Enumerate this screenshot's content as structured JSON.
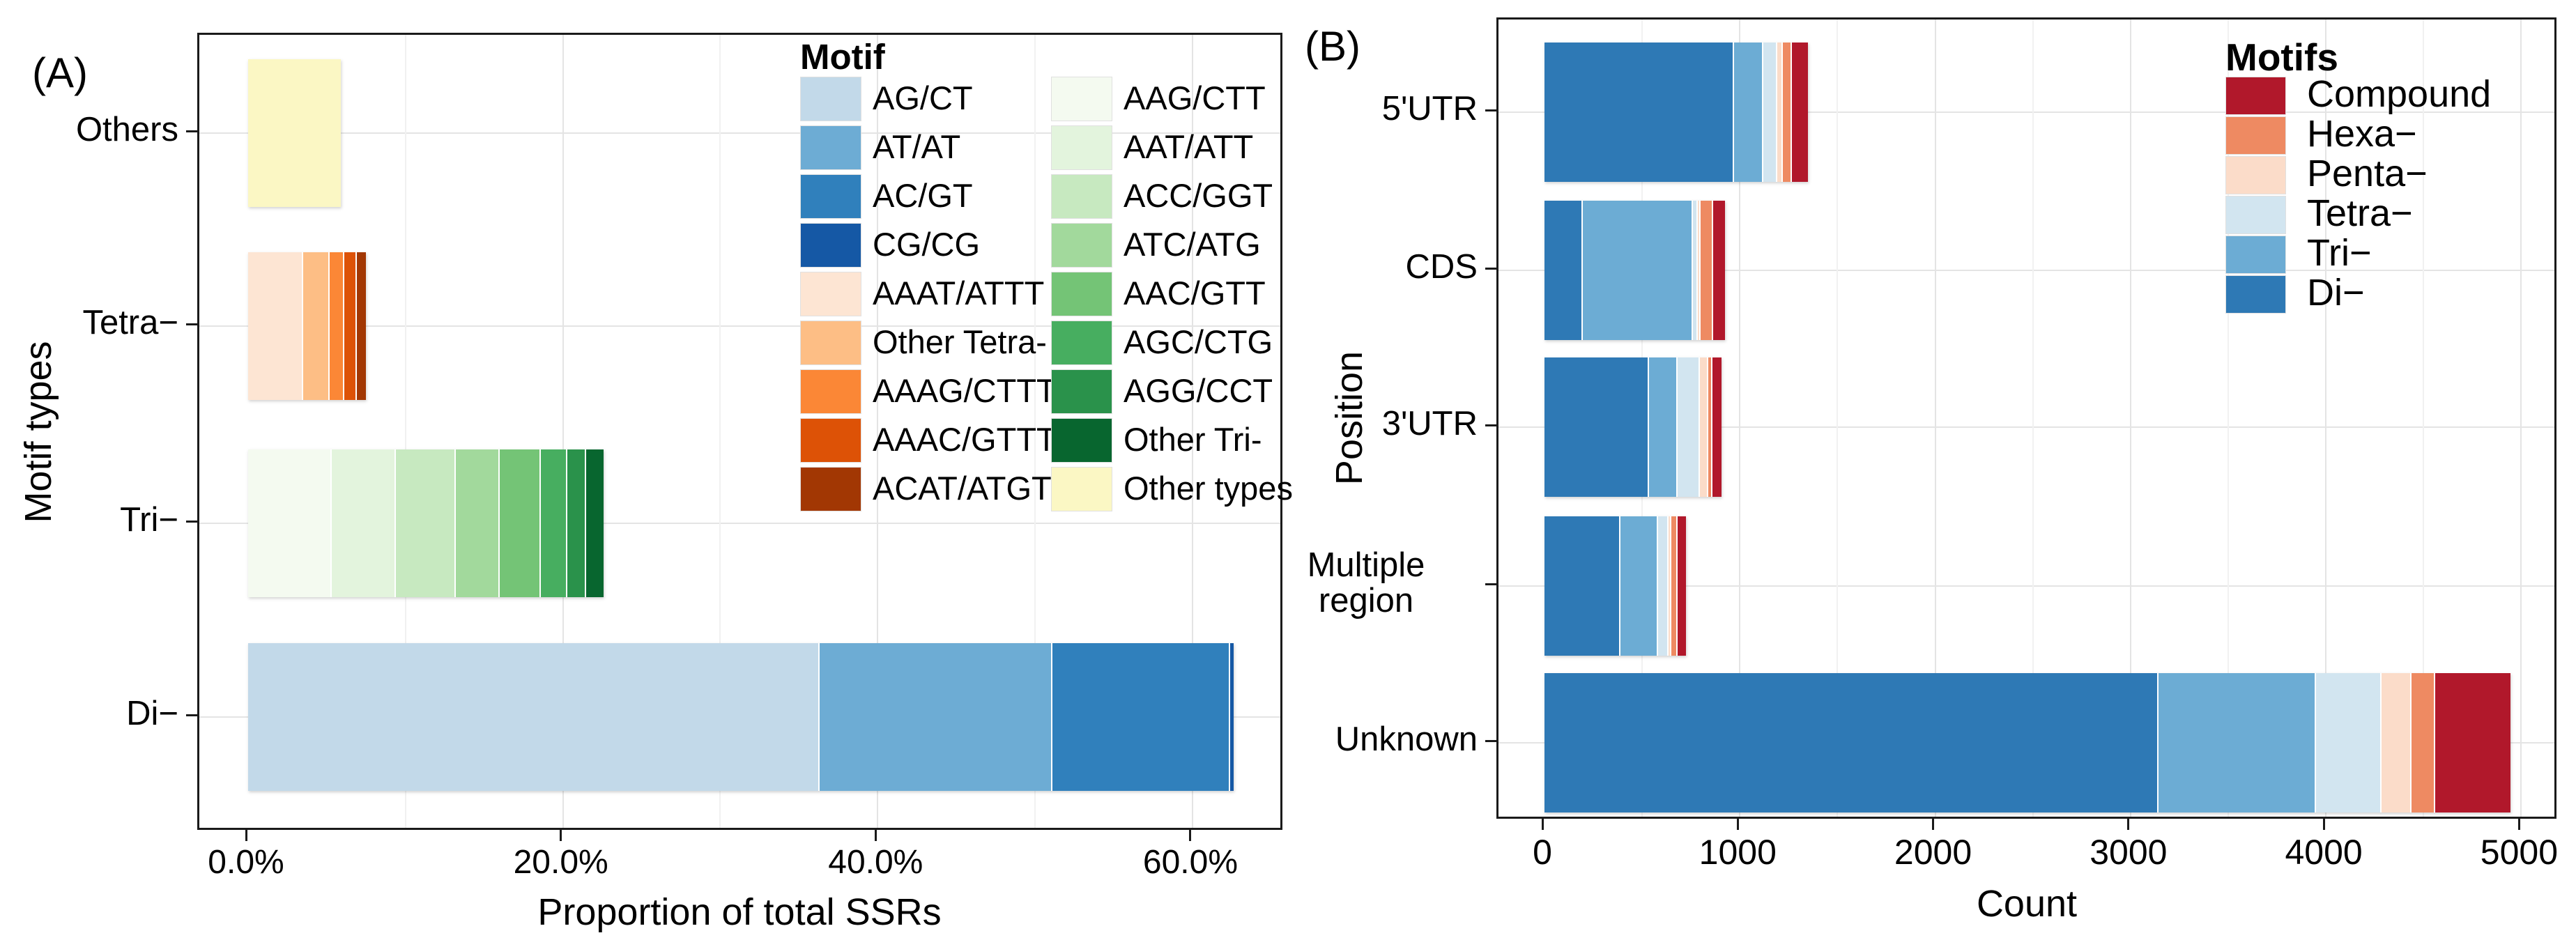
{
  "figure_colors": {
    "axis_line": "#1a1a1a",
    "grid_major": "#e4e4e4",
    "grid_minor": "#f1f1f1",
    "background": "#ffffff"
  },
  "chart_data": [
    {
      "type": "bar",
      "stacked": true,
      "orientation": "horizontal",
      "panel_label": "(A)",
      "xlabel": "Proportion of total SSRs",
      "ylabel": "Motif types",
      "xlim": [
        0,
        65.8
      ],
      "grid": true,
      "x_ticks": [
        {
          "value": 0,
          "label": "0.0%"
        },
        {
          "value": 20,
          "label": "20.0%"
        },
        {
          "value": 40,
          "label": "40.0%"
        },
        {
          "value": 60,
          "label": "60.0%"
        }
      ],
      "minor_gridlines": [
        10,
        30,
        50
      ],
      "major_gridlines": [
        20,
        40,
        60
      ],
      "categories": [
        "Others",
        "Tetra−",
        "Tri−",
        "Di−"
      ],
      "legend_title": "Motif",
      "legend_position": "inside top-right",
      "legend_columns": [
        [
          {
            "label": "AG/CT",
            "color": "#C2D9E9"
          },
          {
            "label": "AT/AT",
            "color": "#6DACD4"
          },
          {
            "label": "AC/GT",
            "color": "#3080BC"
          },
          {
            "label": "CG/CG",
            "color": "#1558A5"
          },
          {
            "label": "AAAT/ATTT",
            "color": "#FDE5D3"
          },
          {
            "label": "Other Tetra-",
            "color": "#FDBE85"
          },
          {
            "label": "AAAG/CTTT",
            "color": "#FB8736"
          },
          {
            "label": "AAAC/GTTT",
            "color": "#DD5206"
          },
          {
            "label": "ACAT/ATGT",
            "color": "#A23703"
          }
        ],
        [
          {
            "label": "AAG/CTT",
            "color": "#F4FAF0"
          },
          {
            "label": "AAT/ATT",
            "color": "#E3F4DD"
          },
          {
            "label": "ACC/GGT",
            "color": "#C7E9C0"
          },
          {
            "label": "ATC/ATG",
            "color": "#A2D99C"
          },
          {
            "label": "AAC/GTT",
            "color": "#74C476"
          },
          {
            "label": "AGC/CTG",
            "color": "#47AE60"
          },
          {
            "label": "AGG/CCT",
            "color": "#2A924B"
          },
          {
            "label": "Other Tri-",
            "color": "#08662F"
          },
          {
            "label": "Other types",
            "color": "#FBF7C4"
          }
        ]
      ],
      "bars": [
        {
          "category": "Others",
          "segments": [
            {
              "label": "Other types",
              "value": 5.9,
              "color": "#FBF7C4"
            }
          ]
        },
        {
          "category": "Tetra−",
          "segments": [
            {
              "label": "AAAT/ATTT",
              "value": 3.5,
              "color": "#FDE5D3"
            },
            {
              "label": "Other Tetra-",
              "value": 1.7,
              "color": "#FDBE85"
            },
            {
              "label": "AAAG/CTTT",
              "value": 0.9,
              "color": "#FB8736"
            },
            {
              "label": "AAAC/GTTT",
              "value": 0.8,
              "color": "#DD5206"
            },
            {
              "label": "ACAT/ATGT",
              "value": 0.6,
              "color": "#A23703"
            }
          ]
        },
        {
          "category": "Tri−",
          "segments": [
            {
              "label": "AAG/CTT",
              "value": 5.3,
              "color": "#F4FAF0"
            },
            {
              "label": "AAT/ATT",
              "value": 4.1,
              "color": "#E3F4DD"
            },
            {
              "label": "ACC/GGT",
              "value": 3.8,
              "color": "#C7E9C0"
            },
            {
              "label": "ATC/ATG",
              "value": 2.8,
              "color": "#A2D99C"
            },
            {
              "label": "AAC/GTT",
              "value": 2.6,
              "color": "#74C476"
            },
            {
              "label": "AGC/CTG",
              "value": 1.7,
              "color": "#47AE60"
            },
            {
              "label": "AGG/CCT",
              "value": 1.2,
              "color": "#2A924B"
            },
            {
              "label": "Other Tri-",
              "value": 1.1,
              "color": "#08662F"
            }
          ]
        },
        {
          "category": "Di−",
          "segments": [
            {
              "label": "AG/CT",
              "value": 36.3,
              "color": "#C2D9E9"
            },
            {
              "label": "AT/AT",
              "value": 14.8,
              "color": "#6DACD4"
            },
            {
              "label": "AC/GT",
              "value": 11.3,
              "color": "#3080BC"
            },
            {
              "label": "CG/CG",
              "value": 0.2,
              "color": "#1558A5"
            }
          ]
        }
      ]
    },
    {
      "type": "bar",
      "stacked": true,
      "orientation": "horizontal",
      "panel_label": "(B)",
      "xlabel": "Count",
      "ylabel": "Position",
      "xlim": [
        0,
        5190
      ],
      "grid": true,
      "x_ticks": [
        {
          "value": 0,
          "label": "0"
        },
        {
          "value": 1000,
          "label": "1000"
        },
        {
          "value": 2000,
          "label": "2000"
        },
        {
          "value": 3000,
          "label": "3000"
        },
        {
          "value": 4000,
          "label": "4000"
        },
        {
          "value": 5000,
          "label": "5000"
        }
      ],
      "minor_gridlines": [
        500,
        1500,
        2500,
        3500,
        4500
      ],
      "major_gridlines": [
        1000,
        2000,
        3000,
        4000,
        5000
      ],
      "categories": [
        "5'UTR",
        "CDS",
        "3'UTR",
        "Multiple\nregion",
        "Unknown"
      ],
      "legend_title": "Motifs",
      "legend_position": "inside top-right",
      "legend_columns": [
        [
          {
            "label": "Compound",
            "color": "#B1182B"
          },
          {
            "label": "Hexa−",
            "color": "#EE8A62"
          },
          {
            "label": "Penta−",
            "color": "#FBDCC9"
          },
          {
            "label": "Tetra−",
            "color": "#D2E5F0"
          },
          {
            "label": "Tri−",
            "color": "#6CACD4"
          },
          {
            "label": "Di−",
            "color": "#2E79B5"
          }
        ]
      ],
      "bars": [
        {
          "category": "5'UTR",
          "segments": [
            {
              "label": "Di-",
              "value": 970,
              "color": "#2E79B5"
            },
            {
              "label": "Tri-",
              "value": 150,
              "color": "#6CACD4"
            },
            {
              "label": "Tetra-",
              "value": 70,
              "color": "#D2E5F0"
            },
            {
              "label": "Penta-",
              "value": 30,
              "color": "#FBDCC9"
            },
            {
              "label": "Hexa-",
              "value": 45,
              "color": "#EE8A62"
            },
            {
              "label": "Compound",
              "value": 85,
              "color": "#B1182B"
            }
          ]
        },
        {
          "category": "CDS",
          "segments": [
            {
              "label": "Di-",
              "value": 195,
              "color": "#2E79B5"
            },
            {
              "label": "Tri-",
              "value": 565,
              "color": "#6CACD4"
            },
            {
              "label": "Tetra-",
              "value": 25,
              "color": "#D2E5F0"
            },
            {
              "label": "Penta-",
              "value": 15,
              "color": "#FBDCC9"
            },
            {
              "label": "Hexa-",
              "value": 65,
              "color": "#EE8A62"
            },
            {
              "label": "Compound",
              "value": 60,
              "color": "#B1182B"
            }
          ]
        },
        {
          "category": "3'UTR",
          "segments": [
            {
              "label": "Di-",
              "value": 535,
              "color": "#2E79B5"
            },
            {
              "label": "Tri-",
              "value": 145,
              "color": "#6CACD4"
            },
            {
              "label": "Tetra-",
              "value": 115,
              "color": "#D2E5F0"
            },
            {
              "label": "Penta-",
              "value": 45,
              "color": "#FBDCC9"
            },
            {
              "label": "Hexa-",
              "value": 20,
              "color": "#EE8A62"
            },
            {
              "label": "Compound",
              "value": 45,
              "color": "#B1182B"
            }
          ]
        },
        {
          "category": "Multiple region",
          "segments": [
            {
              "label": "Di-",
              "value": 390,
              "color": "#2E79B5"
            },
            {
              "label": "Tri-",
              "value": 190,
              "color": "#6CACD4"
            },
            {
              "label": "Tetra-",
              "value": 55,
              "color": "#D2E5F0"
            },
            {
              "label": "Penta-",
              "value": 15,
              "color": "#FBDCC9"
            },
            {
              "label": "Hexa-",
              "value": 30,
              "color": "#EE8A62"
            },
            {
              "label": "Compound",
              "value": 45,
              "color": "#B1182B"
            }
          ]
        },
        {
          "category": "Unknown",
          "segments": [
            {
              "label": "Di-",
              "value": 3145,
              "color": "#2E79B5"
            },
            {
              "label": "Tri-",
              "value": 805,
              "color": "#6CACD4"
            },
            {
              "label": "Tetra-",
              "value": 335,
              "color": "#D2E5F0"
            },
            {
              "label": "Penta-",
              "value": 155,
              "color": "#FBDCC9"
            },
            {
              "label": "Hexa-",
              "value": 120,
              "color": "#EE8A62"
            },
            {
              "label": "Compound",
              "value": 385,
              "color": "#B1182B"
            }
          ]
        }
      ]
    }
  ]
}
